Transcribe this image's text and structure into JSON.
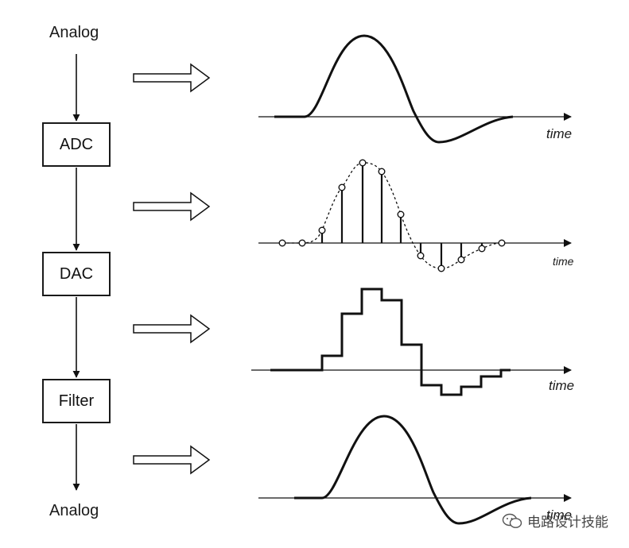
{
  "flow": {
    "input_label": "Analog",
    "blocks": [
      "ADC",
      "DAC",
      "Filter"
    ],
    "output_label": "Analog"
  },
  "plots": {
    "axis_label_1": "time",
    "axis_label_2": "time",
    "axis_label_3": "time",
    "axis_label_4": "time"
  },
  "watermark": {
    "text": "电路设计技能",
    "icon": "wechat-icon"
  },
  "colors": {
    "stroke": "#111111",
    "background": "#ffffff"
  }
}
